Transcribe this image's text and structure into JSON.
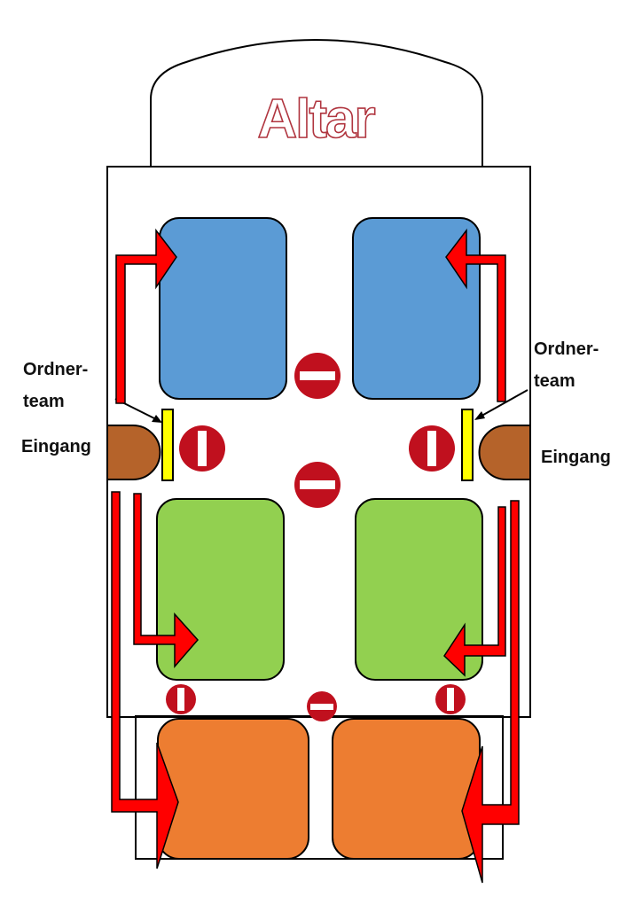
{
  "altar": {
    "label": "Altar"
  },
  "left": {
    "eingang": "Eingang",
    "ordner_line1": "Ordner-",
    "ordner_line2": "team"
  },
  "right": {
    "eingang": "Eingang",
    "ordner_line1": "Ordner-",
    "ordner_line2": "team"
  },
  "colors": {
    "front_blocks": "#5b9bd5",
    "middle_blocks": "#92d050",
    "rear_blocks": "#ed7d31",
    "entrance": "#b5632a",
    "ordner_marker": "#ffff00",
    "arrow": "#ff0000",
    "no_entry_sign": "#c0101e",
    "altar_text_outline": "#b0353f"
  },
  "icons": [
    "arrow-icon",
    "no-entry-icon"
  ]
}
